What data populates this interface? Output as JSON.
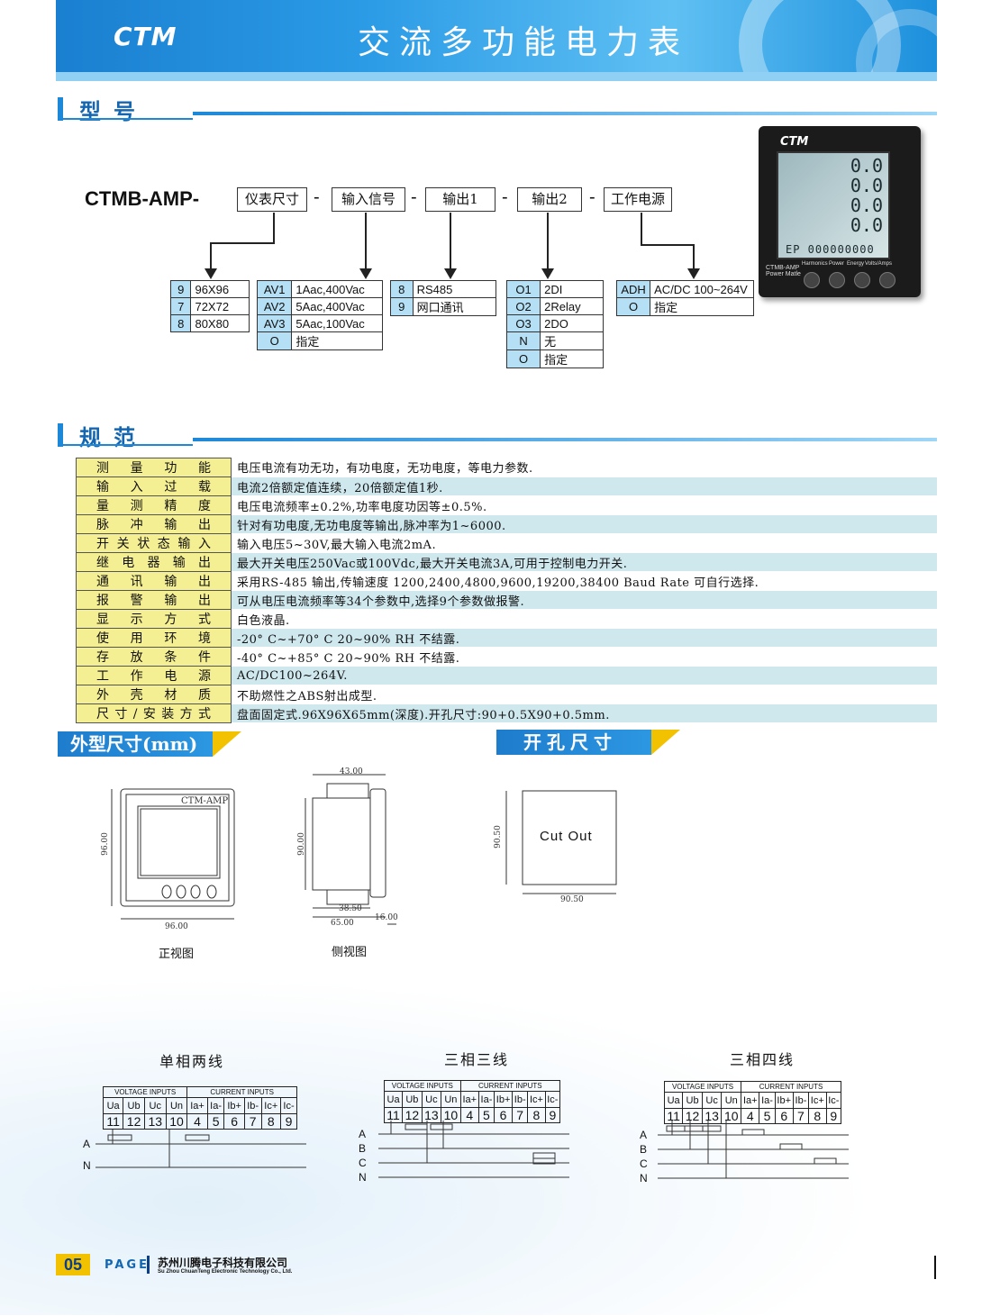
{
  "header": {
    "brand": "CTM",
    "title": "交流多功能电力表"
  },
  "sections": {
    "model": "型号",
    "spec": "规范",
    "outline": "外型尺寸(mm)",
    "cutout": "开孔尺寸"
  },
  "model_code": {
    "prefix": "CTMB-AMP-",
    "fields": [
      "仪表尺寸",
      "输入信号",
      "输出1",
      "输出2",
      "工作电源"
    ],
    "size_options": [
      [
        "9",
        "96X96"
      ],
      [
        "7",
        "72X72"
      ],
      [
        "8",
        "80X80"
      ]
    ],
    "input_options": [
      [
        "AV1",
        "1Aac,400Vac"
      ],
      [
        "AV2",
        "5Aac,400Vac"
      ],
      [
        "AV3",
        "5Aac,100Vac"
      ],
      [
        "O",
        "指定"
      ]
    ],
    "out1_options": [
      [
        "8",
        "RS485"
      ],
      [
        "9",
        "网口通讯"
      ]
    ],
    "out2_options": [
      [
        "O1",
        "2DI"
      ],
      [
        "O2",
        "2Relay"
      ],
      [
        "O3",
        "2DO"
      ],
      [
        "N",
        "无"
      ],
      [
        "O",
        "指定"
      ]
    ],
    "power_options": [
      [
        "ADH",
        "AC/DC 100~264V"
      ],
      [
        "O",
        "指定"
      ]
    ]
  },
  "device": {
    "brand": "CTM",
    "readings": [
      "0.0",
      "0.0",
      "0.0",
      "0.0"
    ],
    "energy": "EP 000000000",
    "model": "CTMB-AMP",
    "subtitle": "Power Matle",
    "buttons": [
      "Harmonics",
      "Power",
      "Energy",
      "Volts/Amps"
    ]
  },
  "spec_rows": [
    [
      "测量功能",
      "电压电流有功无功，有功电度，无功电度，等电力参数."
    ],
    [
      "输入过载",
      "电流2倍额定值连续，20倍额定值1秒."
    ],
    [
      "量测精度",
      "电压电流频率±0.2%,功率电度功因等±0.5%."
    ],
    [
      "脉冲输出",
      "针对有功电度,无功电度等输出,脉冲率为1~6000."
    ],
    [
      "开关状态输入",
      "输入电压5~30V,最大输入电流2mA."
    ],
    [
      "继电器输出",
      "最大开关电压250Vac或100Vdc,最大开关电流3A,可用于控制电力开关."
    ],
    [
      "通讯输出",
      "采用RS-485 输出,传输速度 1200,2400,4800,9600,19200,38400 Baud Rate 可自行选择."
    ],
    [
      "报警输出",
      "可从电压电流频率等34个参数中,选择9个参数做报警."
    ],
    [
      "显示方式",
      "白色液晶."
    ],
    [
      "使用环境",
      "-20° C~+70° C  20~90% RH 不结露."
    ],
    [
      "存放条件",
      "-40° C~+85° C  20~90% RH 不结露."
    ],
    [
      "工作电源",
      "AC/DC100~264V."
    ],
    [
      "外壳材质",
      "不助燃性之ABS射出成型."
    ],
    [
      "尺寸/安装方式",
      "盘面固定式.96X96X65mm(深度).开孔尺寸:90+0.5X90+0.5mm."
    ]
  ],
  "dimensions": {
    "front_label": "CTM-AMP",
    "front_h": "96.00",
    "front_w": "96.00",
    "side_top": "43.00",
    "side_h": "90.00",
    "side_a": "38.50",
    "side_b": "16.00",
    "side_c": "65.00",
    "cut_h": "90.50",
    "cut_w": "90.50",
    "cut_text": "Cut Out",
    "front_caption": "正视图",
    "side_caption": "侧视图"
  },
  "wiring": {
    "titles": [
      "单相两线",
      "三相三线",
      "三相四线"
    ],
    "voltage_hdr": "VOLTAGE INPUTS",
    "current_hdr": "CURRENT INPUTS",
    "labels": [
      "Ua",
      "Ub",
      "Uc",
      "Un",
      "Ia+",
      "Ia-",
      "Ib+",
      "Ib-",
      "Ic+",
      "Ic-"
    ],
    "numbers": [
      "11",
      "12",
      "13",
      "10",
      "4",
      "5",
      "6",
      "7",
      "8",
      "9"
    ],
    "phases_1": [
      "A",
      "N"
    ],
    "phases_3": [
      "A",
      "B",
      "C",
      "N"
    ]
  },
  "footer": {
    "page_num": "05",
    "page_label": "PAGE",
    "company_cn": "苏州川腾电子科技有限公司",
    "company_en": "Su Zhou ChuanTeng Electronic Technology Co., Ltd."
  }
}
